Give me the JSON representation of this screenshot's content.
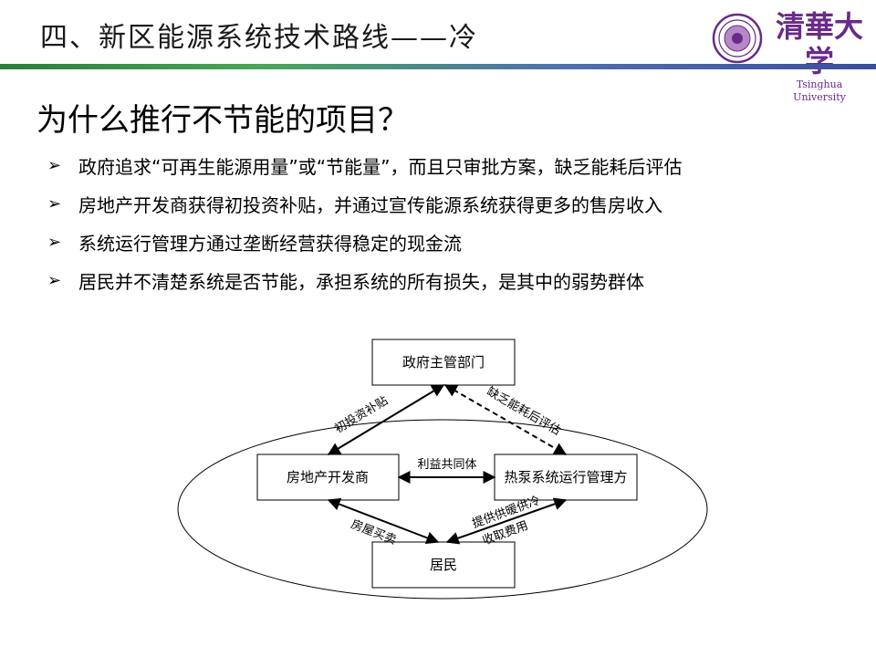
{
  "header": {
    "title": "四、新区能源系统技术路线——冷",
    "logo_cn": "清華大学",
    "logo_en": "Tsinghua University",
    "seal_icon": "tsinghua-seal-icon",
    "rule_colors": [
      "#2e7d3a",
      "#3b4e9a"
    ]
  },
  "question": "为什么推行不节能的项目？",
  "bullets": [
    {
      "arrow": "➢",
      "text": "政府追求“可再生能源用量”或“节能量”，而且只审批方案，缺乏能耗后评估"
    },
    {
      "arrow": "➢",
      "text": "房地产开发商获得初投资补贴，并通过宣传能源系统获得更多的售房收入"
    },
    {
      "arrow": "➢",
      "text": "系统运行管理方通过垄断经营获得稳定的现金流"
    },
    {
      "arrow": "➢",
      "text": "居民并不清楚系统是否节能，承担系统的所有损失，是其中的弱势群体"
    }
  ],
  "diagram": {
    "nodes": {
      "gov": "政府主管部门",
      "developer": "房地产开发商",
      "operator": "热泵系统运行管理方",
      "residents": "居民"
    },
    "edges": {
      "subsidy": "初投资补贴",
      "no_evaluation": "缺乏能耗后评估",
      "shared_interest": "利益共同体",
      "housing_trade": "房屋买卖",
      "supply": "提供供暖供冷",
      "fees": "收取费用"
    }
  }
}
